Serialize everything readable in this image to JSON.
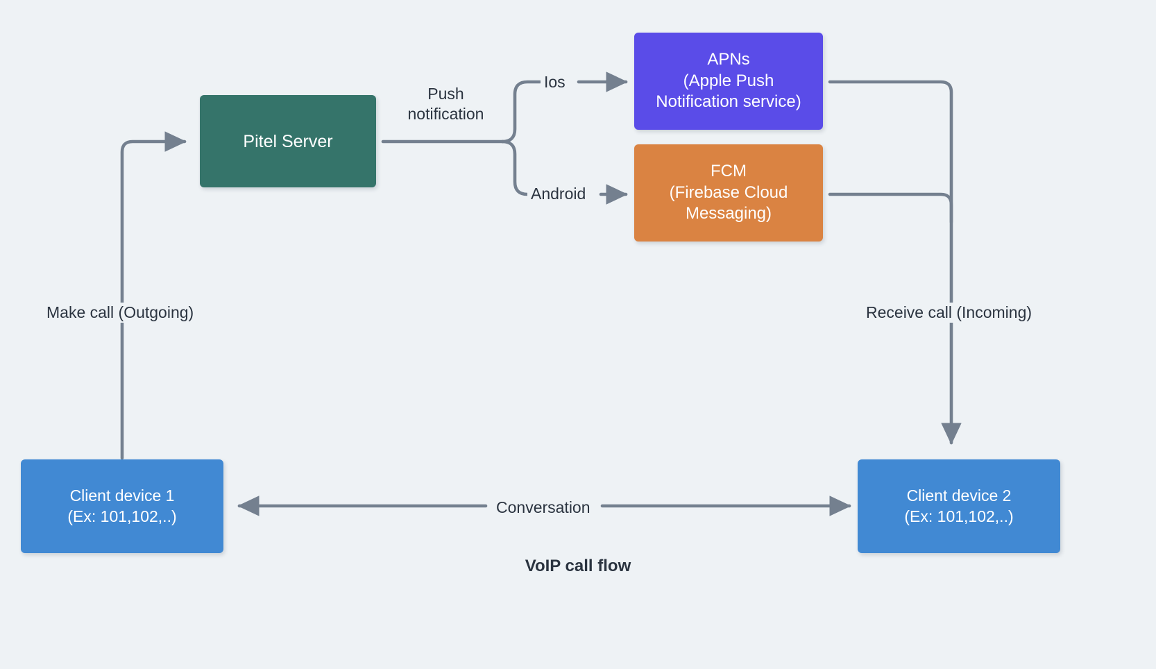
{
  "diagram": {
    "title": "VoIP call flow",
    "background_color": "#eef2f5",
    "edge_color": "#74808f",
    "text_color": "#2b3440",
    "nodes": {
      "pitel_server": {
        "label": "Pitel Server",
        "color": "#35746a"
      },
      "apns": {
        "label": "APNs\n(Apple Push\nNotification service)",
        "color": "#5a4ce8"
      },
      "fcm": {
        "label": "FCM\n(Firebase Cloud\nMessaging)",
        "color": "#da8342"
      },
      "client_device_1": {
        "label": "Client device 1\n(Ex: 101,102,..)",
        "color": "#4189d3"
      },
      "client_device_2": {
        "label": "Client device 2\n(Ex: 101,102,..)",
        "color": "#4189d3"
      }
    },
    "edge_labels": {
      "push_notification": "Push\nnotification",
      "ios": "Ios",
      "android": "Android",
      "make_call": "Make call (Outgoing)",
      "receive_call": "Receive call (Incoming)",
      "conversation": "Conversation"
    }
  }
}
